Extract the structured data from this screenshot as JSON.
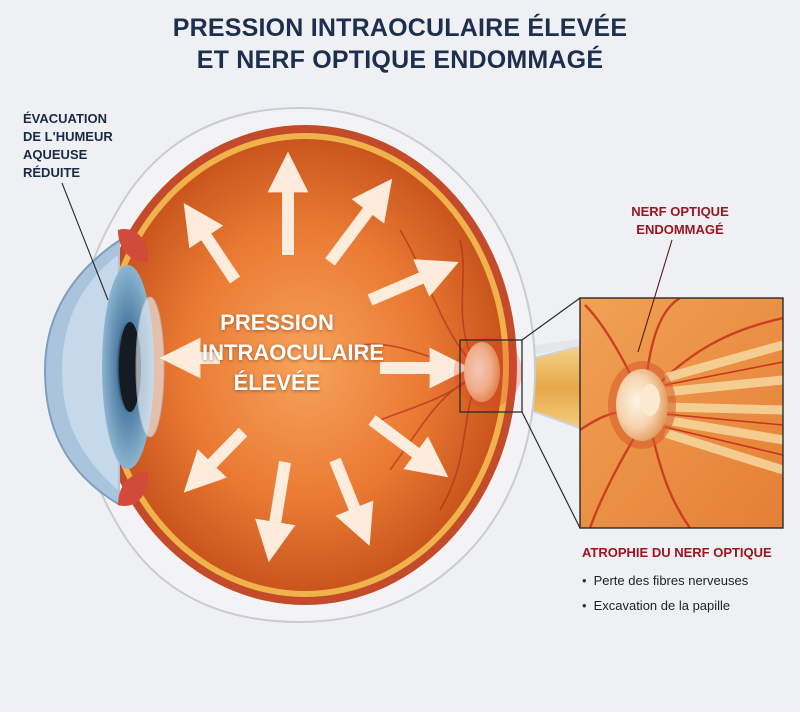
{
  "title": {
    "line1": "PRESSION INTRAOCULAIRE ÉLEVÉE",
    "line2": "ET NERF OPTIQUE ENDOMMAGÉ"
  },
  "labels": {
    "aqueous": [
      "ÉVACUATION",
      "DE L'HUMEUR",
      "AQUEUSE",
      "RÉDUITE"
    ],
    "pressure": [
      "PRESSION",
      "INTRAOCULAIRE",
      "ÉLEVÉE"
    ],
    "nerve": [
      "NERF OPTIQUE",
      "ENDOMMAGÉ"
    ]
  },
  "atrophy": {
    "title": "ATROPHIE DU NERF OPTIQUE",
    "items": [
      "Perte des fibres nerveuses",
      "Excavation de la papille"
    ]
  },
  "colors": {
    "title": "#1e2f4d",
    "accent_red": "#9c1420",
    "globe_orange": "#e8702a",
    "sclera": "#f3f3f5",
    "iris_blue": "#5d8fb4",
    "arrow_fill": "#fbe3cf",
    "nerve_yellow": "#f2c46c"
  }
}
